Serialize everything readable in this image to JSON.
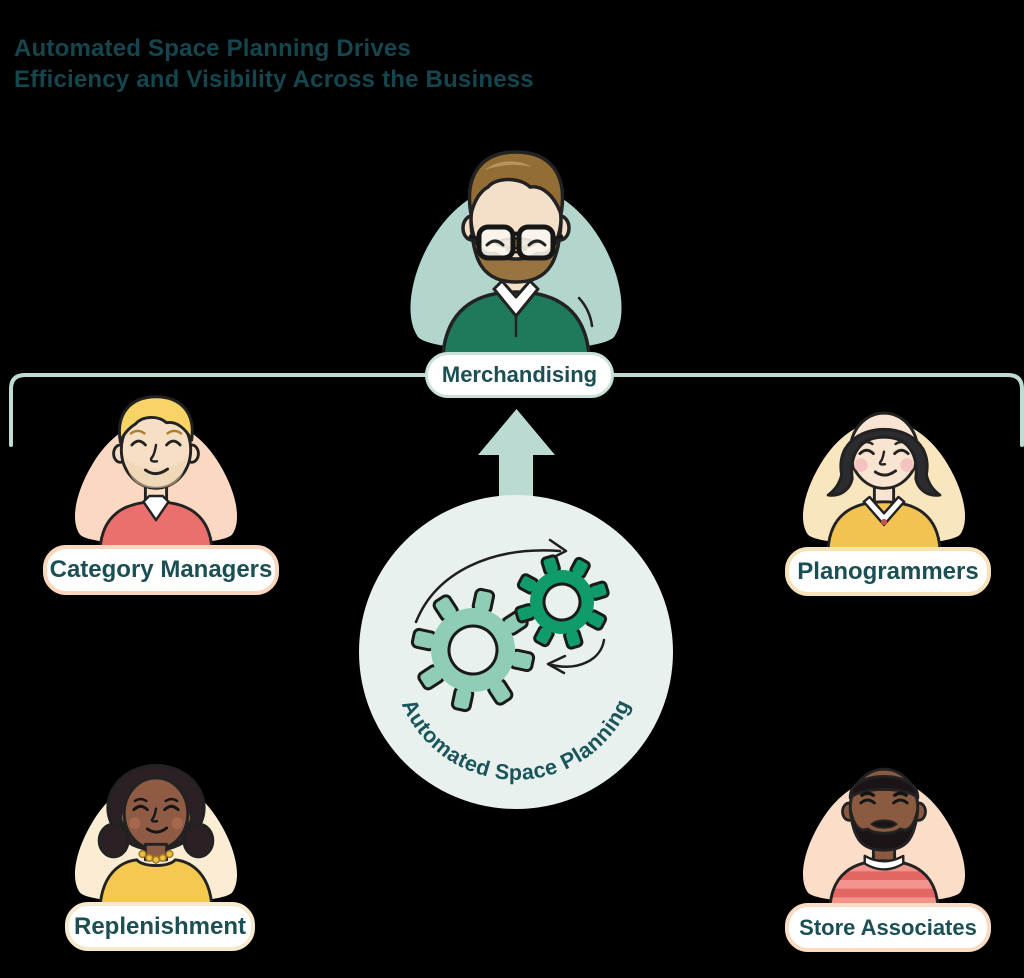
{
  "title": {
    "line1": "Automated Space Planning Drives",
    "line2": "Efficiency and Visibility Across the Business"
  },
  "hub": {
    "label": "Automated Space Planning",
    "icon": "gears-icon"
  },
  "personas": [
    {
      "id": "merchandising",
      "label": "Merchandising",
      "blob_color": "#B2D6CD",
      "pill_border": "#C8E1DA"
    },
    {
      "id": "category-managers",
      "label": "Category Managers",
      "blob_color": "#FBD8C2",
      "pill_border": "#FAD6BE"
    },
    {
      "id": "planogrammers",
      "label": "Planogrammers",
      "blob_color": "#FAE6BE",
      "pill_border": "#F8E2B9"
    },
    {
      "id": "replenishment",
      "label": "Replenishment",
      "blob_color": "#FAEDD3",
      "pill_border": "#F6E9CD"
    },
    {
      "id": "store-associates",
      "label": "Store Associates",
      "blob_color": "#FBDDC8",
      "pill_border": "#FADCC4"
    }
  ],
  "colors": {
    "background": "#000000",
    "title_text": "#15464D",
    "pill_text": "#1C4F53",
    "hub_circle": "#E8F1ED",
    "connector_line": "#BFDCD4",
    "up_arrow": "#BBDAD1",
    "gear_light": "#8FCDB4",
    "gear_dark": "#0F9B6A",
    "outline_ink": "#222222"
  },
  "icons": [
    "gears-icon",
    "up-arrow-icon",
    "connector-bracket",
    "rotation-arrows-icon"
  ]
}
